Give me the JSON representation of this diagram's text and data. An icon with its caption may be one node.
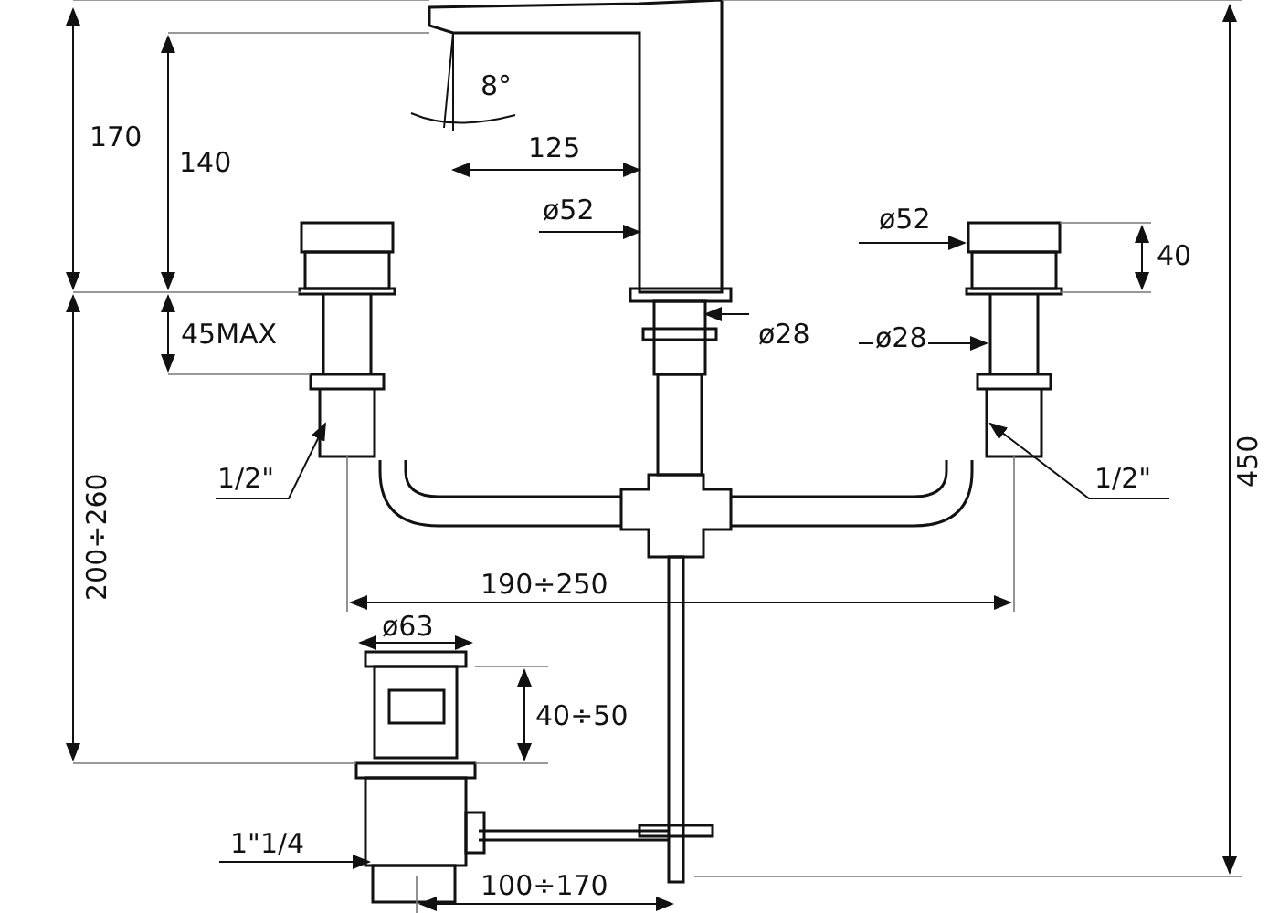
{
  "diagram": {
    "nodes": [
      {
        "text": [
          "1/2\""
        ]
      },
      {
        "text": [
          "1/2\""
        ]
      }
    ],
    "edges": [
      {
        "from": 0,
        "to": null,
        "arrow": "to"
      },
      {
        "from": 1,
        "to": null,
        "arrow": "to"
      }
    ],
    "labels": [
      "170",
      "8°",
      "140",
      "125",
      "ø52",
      "ø52",
      "40",
      "ø28",
      "ø28",
      "45MAX",
      "450",
      "200÷260",
      "190÷250",
      "ø63",
      "40÷50",
      "1\"1/4",
      "100÷170"
    ]
  }
}
